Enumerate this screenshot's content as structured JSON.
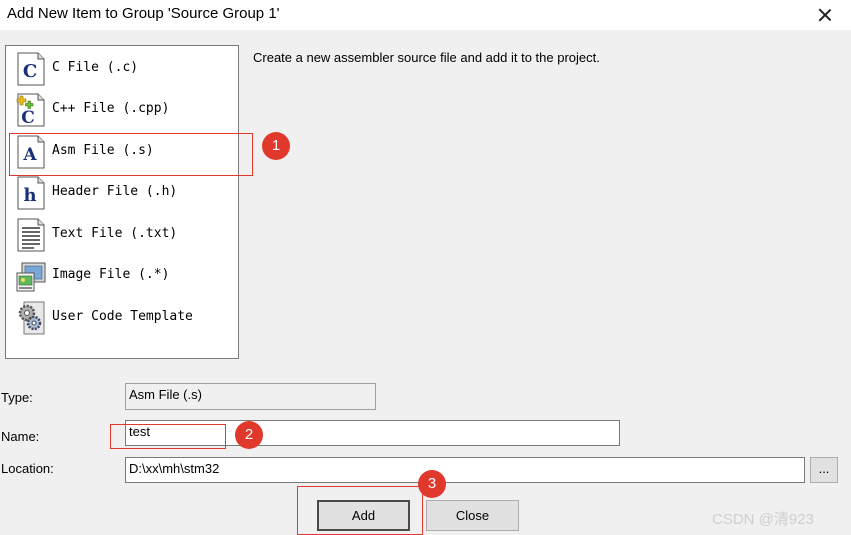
{
  "window": {
    "title": "Add New Item to Group 'Source Group 1'",
    "close_icon": "close-icon"
  },
  "file_types": [
    {
      "label": "C File (.c)",
      "icon": "c-file-icon"
    },
    {
      "label": "C++ File (.cpp)",
      "icon": "cpp-file-icon"
    },
    {
      "label": "Asm File (.s)",
      "icon": "asm-file-icon"
    },
    {
      "label": "Header File (.h)",
      "icon": "header-file-icon"
    },
    {
      "label": "Text File (.txt)",
      "icon": "text-file-icon"
    },
    {
      "label": "Image File (.*)",
      "icon": "image-file-icon"
    },
    {
      "label": "User Code Template",
      "icon": "gears-icon"
    }
  ],
  "description": "Create a new assembler source file and add it to the project.",
  "form": {
    "type_label": "Type:",
    "type_value": "Asm File (.s)",
    "name_label": "Name:",
    "name_value": "test",
    "location_label": "Location:",
    "location_value": "D:\\xx\\mh\\stm32",
    "browse_label": "..."
  },
  "buttons": {
    "add": "Add",
    "close": "Close"
  },
  "annotations": {
    "badge1": "1",
    "badge2": "2",
    "badge3": "3",
    "color": "#e0392b"
  },
  "watermark": "CSDN @清923"
}
